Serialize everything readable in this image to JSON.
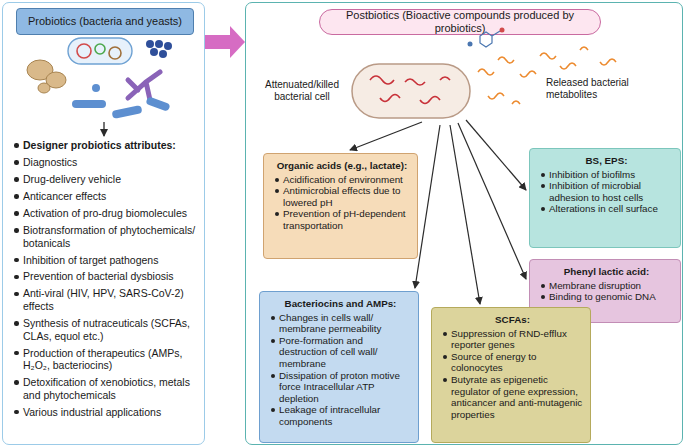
{
  "diagram": {
    "nodes": [
      {
        "text": [
          "Designer probiotics attributes:",
          "Diagnostics",
          "Drug-delivery vehicle",
          "Anticancer effects",
          "Activation of pro-drug biomolecules",
          "Biotransformation of phytochemicals/ botanicals",
          "Inhibition of target pathogens",
          "Prevention of bacterial dysbiosis",
          "Anti-viral (HIV, HPV, SARS-CoV-2) effects",
          "Synthesis of nutraceuticals (SCFAs, CLAs, equol etc.)",
          "Production of therapeutics (AMPs, H₂O₂, bacteriocins)",
          "Detoxification of xenobiotics, metals and phytochemicals",
          "Various industrial applications"
        ]
      },
      {
        "text": [
          "Probiotics (bacteria and yeasts)"
        ],
        "in": 0
      },
      {
        "text": [
          "Attenuated/killed bacterial cell",
          "Released bacterial metabolites"
        ]
      },
      {
        "text": [
          "Postbiotics (Bioactive compounds produced by probiotics)"
        ],
        "in": 2
      },
      {
        "text": [
          "Organic acids (e.g., lactate):",
          "Acidification of environment",
          "Antimicrobial effects due to lowered pH",
          "Prevention of pH-dependent transportation"
        ],
        "in": 2
      },
      {
        "text": [
          "BS, EPS:",
          "Inhibition of biofilms",
          "Inhibition of microbial adhesion to host cells",
          "Alterations in cell surface"
        ],
        "in": 2
      },
      {
        "text": [
          "Phenyl lactic acid:",
          "Membrane disruption",
          "Binding to genomic DNA"
        ],
        "in": 2
      },
      {
        "text": [
          "Bacteriocins and AMPs:",
          "Changes in cells wall/ membrane permeability",
          "Pore-formation and destruction of cell wall/ membrane",
          "Dissipation of proton motive force Intracellular ATP depletion",
          "Leakage of intracellular components"
        ],
        "in": 2
      },
      {
        "text": [
          "SCFAs:",
          "Suppression of RND-efflux reporter genes",
          "Source of energy to colonocytes",
          "Butyrate as epigenetic regulator of gene expression, anticancer and anti-mutagenic properties"
        ],
        "in": 2
      }
    ],
    "edges": [
      {
        "from": 0,
        "to": 2,
        "arrow": "to"
      }
    ]
  }
}
